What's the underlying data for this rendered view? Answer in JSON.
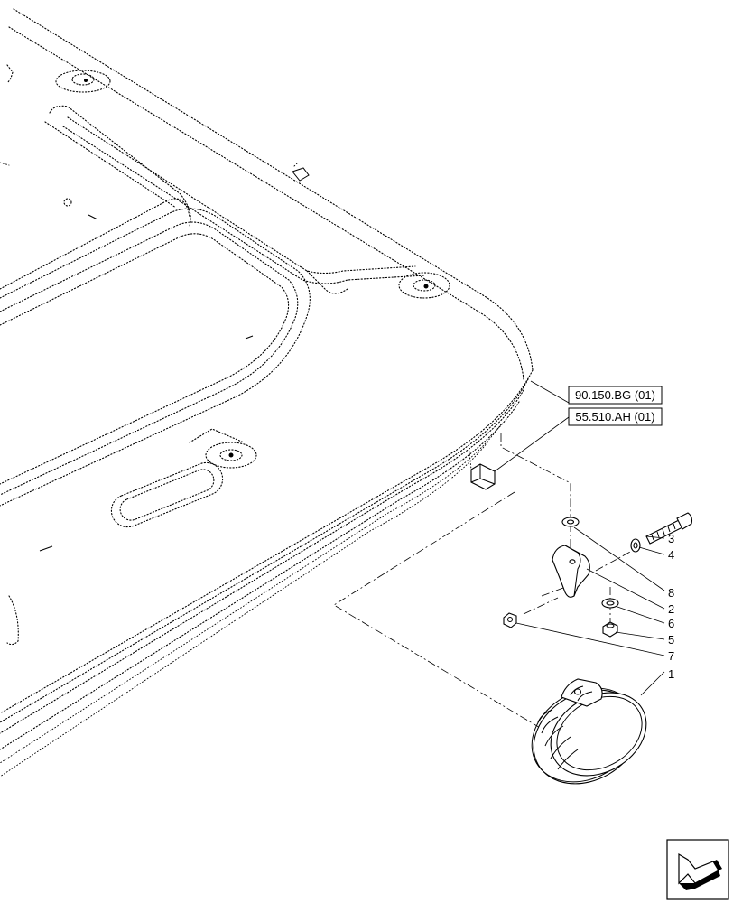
{
  "references": [
    {
      "id": "ref-90-150",
      "label": "90.150.BG (01)"
    },
    {
      "id": "ref-55-510",
      "label": "55.510.AH (01)"
    }
  ],
  "callouts": [
    {
      "n": "1"
    },
    {
      "n": "2"
    },
    {
      "n": "3"
    },
    {
      "n": "4"
    },
    {
      "n": "5"
    },
    {
      "n": "6"
    },
    {
      "n": "7"
    },
    {
      "n": "8"
    }
  ],
  "nav_icon": "exploded-view-arrow-icon"
}
